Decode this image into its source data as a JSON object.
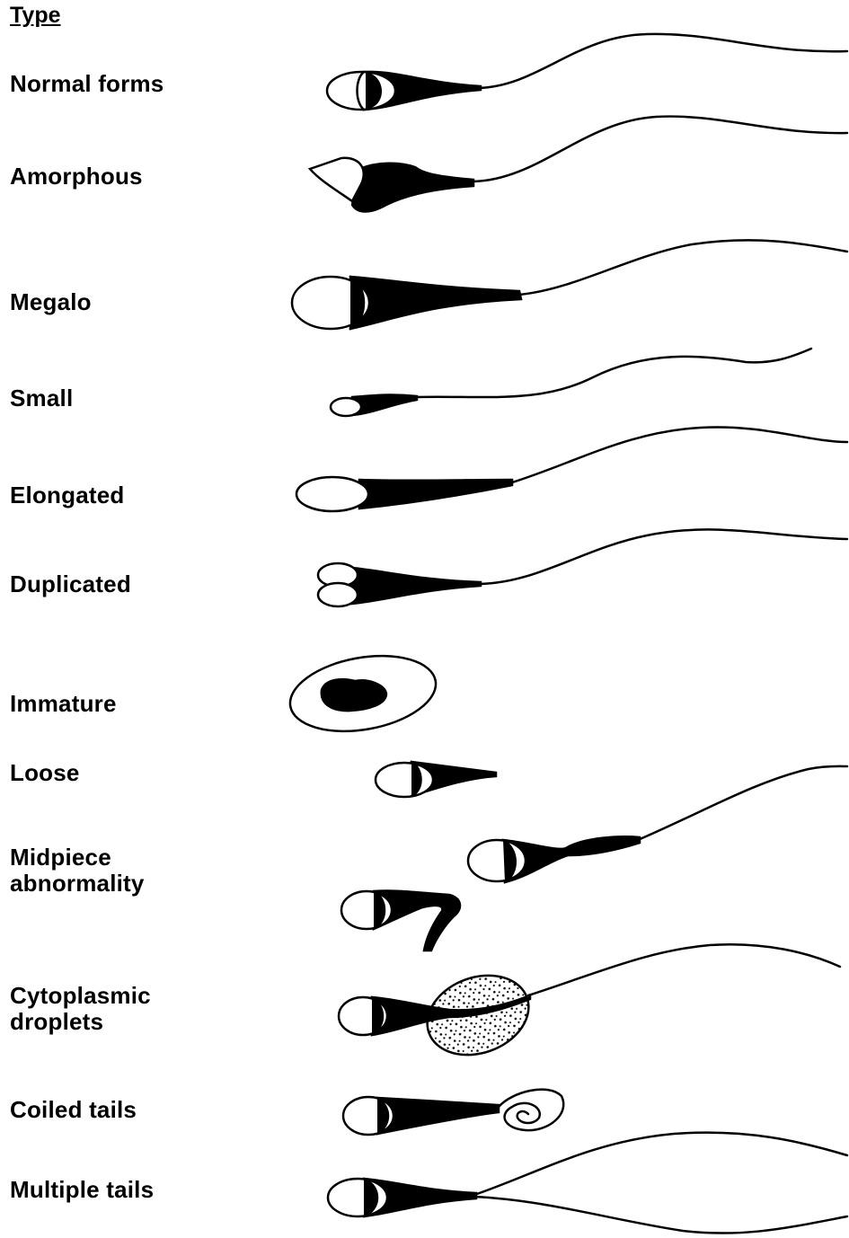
{
  "heading": "Type",
  "types": [
    {
      "id": "normal",
      "label": "Normal forms"
    },
    {
      "id": "amorphous",
      "label": "Amorphous"
    },
    {
      "id": "megalo",
      "label": "Megalo"
    },
    {
      "id": "small",
      "label": "Small"
    },
    {
      "id": "elongated",
      "label": "Elongated"
    },
    {
      "id": "duplicated",
      "label": "Duplicated"
    },
    {
      "id": "immature",
      "label": "Immature"
    },
    {
      "id": "loose",
      "label": "Loose"
    },
    {
      "id": "midpiece",
      "label": "Midpiece\nabnormality"
    },
    {
      "id": "cytoplasmic",
      "label": "Cytoplasmic\ndroplets"
    },
    {
      "id": "coiled",
      "label": "Coiled tails"
    },
    {
      "id": "multiple",
      "label": "Multiple tails"
    }
  ],
  "colors": {
    "ink": "#000000",
    "paper": "#ffffff"
  }
}
